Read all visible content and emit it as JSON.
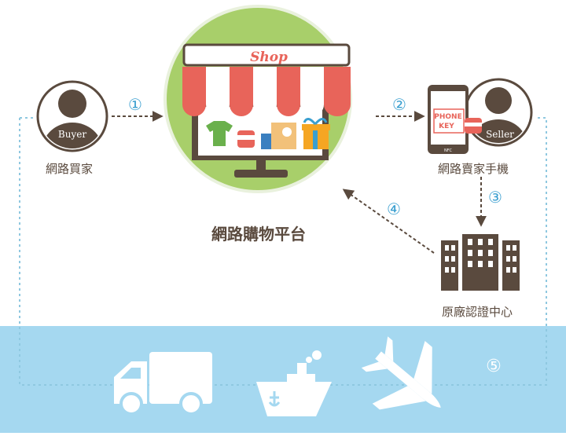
{
  "shop": {
    "sign": "Shop",
    "caption": "網路購物平台"
  },
  "buyer": {
    "badge": "Buyer",
    "caption": "網路買家"
  },
  "seller": {
    "badge": "Seller",
    "caption": "網路賣家手機"
  },
  "phone": {
    "line1": "PHONE",
    "line2": "KEY",
    "nfc": "NFC"
  },
  "factory": {
    "caption": "原廠認證中心"
  },
  "steps": [
    "①",
    "②",
    "③",
    "④",
    "⑤"
  ],
  "colors": {
    "sky": "#a5d8f0",
    "green": "#a8cf6a",
    "brown": "#5a4a3e",
    "dash": "#8fc8e0",
    "awning_red": "#e8645a",
    "step_blue": "#3a9fd0"
  },
  "icons": [
    "user-icon",
    "store-icon",
    "phone-icon",
    "building-icon",
    "truck-icon",
    "ship-icon",
    "airplane-icon"
  ]
}
